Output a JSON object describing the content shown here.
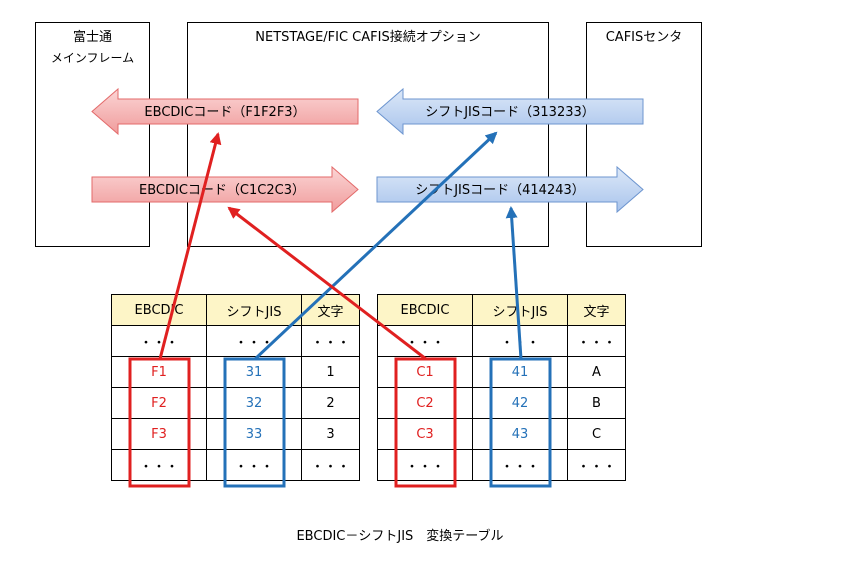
{
  "systems": {
    "host": {
      "line1": "富士通",
      "line2": "メインフレーム"
    },
    "netstage": {
      "title": "NETSTAGE/FIC  CAFIS接続オプション"
    },
    "cafis": {
      "title": "CAFISセンタ"
    }
  },
  "arrows": {
    "ebcdic_top": "EBCDICコード（F1F2F3）",
    "ebcdic_bottom": "EBCDICコード（C1C2C3）",
    "sjis_top": "シフトJISコード（313233）",
    "sjis_bottom": "シフトJISコード（414243）"
  },
  "table_left": {
    "headers": [
      "EBCDIC",
      "シフトJIS",
      "文字"
    ],
    "rows": [
      [
        "・・・",
        "・・・",
        "・・・"
      ],
      [
        "F1",
        "31",
        "1"
      ],
      [
        "F2",
        "32",
        "2"
      ],
      [
        "F3",
        "33",
        "3"
      ],
      [
        "・・・",
        "・・・",
        "・・・"
      ]
    ]
  },
  "table_right": {
    "headers": [
      "EBCDIC",
      "シフトJIS",
      "文字"
    ],
    "rows": [
      [
        "・・・",
        "・・・",
        "・・・"
      ],
      [
        "C1",
        "41",
        "A"
      ],
      [
        "C2",
        "42",
        "B"
      ],
      [
        "C3",
        "43",
        "C"
      ],
      [
        "・・・",
        "・・・",
        "・・・"
      ]
    ]
  },
  "caption": "EBCDIC－シフトJIS　変換テーブル",
  "colors": {
    "red": "#e02020",
    "blue": "#2471b8",
    "ebcdic_fill": "#f4b5b5",
    "sjis_fill": "#bfd4f2",
    "header_fill": "#fdf5c7"
  }
}
